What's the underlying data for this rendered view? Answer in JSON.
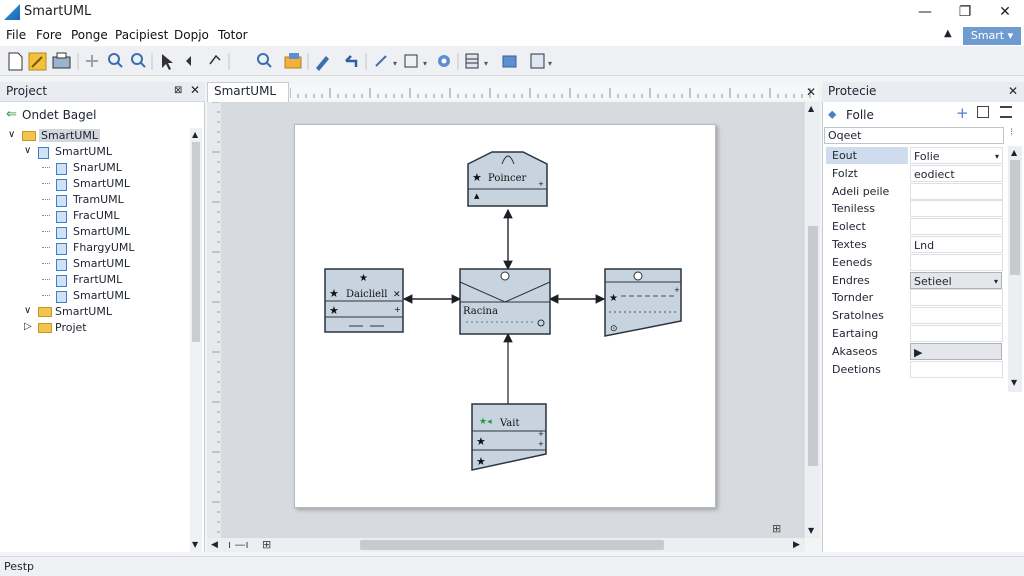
{
  "window": {
    "title": "SmartUML",
    "minimize_icon": "minimize-icon",
    "maximize_icon": "maximize-icon",
    "close_icon": "close-icon"
  },
  "menu": {
    "items": [
      "File",
      "Fore",
      "Ponge",
      "Pacipiest",
      "Dopjo",
      "Totor"
    ],
    "collapse": "▲",
    "smart_button": "Smart ▾"
  },
  "toolbar": {
    "icons": [
      "new-file-icon",
      "edit-icon",
      "print-icon",
      "fit-icon",
      "zoom-icon",
      "find-icon",
      "pointer-icon",
      "arrow-icon",
      "undo-icon",
      "search-icon",
      "folder-icon",
      "draw-icon",
      "redo-icon",
      "link-icon",
      "layout-icon",
      "sync-icon",
      "grid-icon",
      "export-icon",
      "arrange-icon"
    ]
  },
  "project_panel": {
    "title": "Project",
    "back_label": "Ondet Bagel",
    "tree": [
      {
        "label": "SmartUML",
        "depth": 0,
        "icon": "folder",
        "toggle": "∨",
        "selected": true
      },
      {
        "label": "SmartUML",
        "depth": 1,
        "icon": "doc",
        "toggle": "∨"
      },
      {
        "label": "SnarUML",
        "depth": 2,
        "icon": "doc"
      },
      {
        "label": "SmartUML",
        "depth": 2,
        "icon": "doc"
      },
      {
        "label": "TramUML",
        "depth": 2,
        "icon": "doc"
      },
      {
        "label": "FracUML",
        "depth": 2,
        "icon": "doc"
      },
      {
        "label": "SmartUML",
        "depth": 2,
        "icon": "doc"
      },
      {
        "label": "FhargyUML",
        "depth": 2,
        "icon": "doc"
      },
      {
        "label": "SmartUML",
        "depth": 2,
        "icon": "doc"
      },
      {
        "label": "FrartUML",
        "depth": 2,
        "icon": "doc"
      },
      {
        "label": "SmartUML",
        "depth": 2,
        "icon": "doc"
      },
      {
        "label": "SmartUML",
        "depth": 1,
        "icon": "folder",
        "toggle": "∨"
      },
      {
        "label": "Projet",
        "depth": 1,
        "icon": "folder",
        "toggle": "▷"
      }
    ]
  },
  "document_tab": {
    "label": "SmartUML"
  },
  "diagram": {
    "classes": [
      {
        "id": "top",
        "name": "Poincer"
      },
      {
        "id": "left",
        "name": "Daicliell"
      },
      {
        "id": "center",
        "name": "Racina"
      },
      {
        "id": "right",
        "name": ""
      },
      {
        "id": "bottom",
        "name": "Vait"
      }
    ]
  },
  "properties_panel": {
    "title": "Protecie",
    "selection_label": "Folle",
    "search_value": "Oqeet",
    "rows": [
      {
        "name": "Eout",
        "value": "Folie",
        "dropdown": true,
        "highlight": true
      },
      {
        "name": "Folzt",
        "value": "eodiect"
      },
      {
        "name": "Adeli peile",
        "value": ""
      },
      {
        "name": "Teniless",
        "value": ""
      },
      {
        "name": "Eolect",
        "value": ""
      },
      {
        "name": "Textes",
        "value": "Lnd"
      },
      {
        "name": "Eeneds",
        "value": ""
      },
      {
        "name": "Endres",
        "value": "Setieel",
        "dropdown": true,
        "gray": true
      },
      {
        "name": "Tornder",
        "value": ""
      },
      {
        "name": "Sratolnes",
        "value": ""
      },
      {
        "name": "Eartaing",
        "value": ""
      },
      {
        "name": "Akaseos",
        "value": "▶",
        "gray": true
      },
      {
        "name": "Deetions",
        "value": ""
      }
    ]
  },
  "status": {
    "text": "Pestp"
  },
  "colors": {
    "accent": "#6f9cd0",
    "class_fill": "#c8d3e0",
    "class_stroke": "#2b333e",
    "selection": "#d3d7dc",
    "canvas": "#d7dade"
  }
}
